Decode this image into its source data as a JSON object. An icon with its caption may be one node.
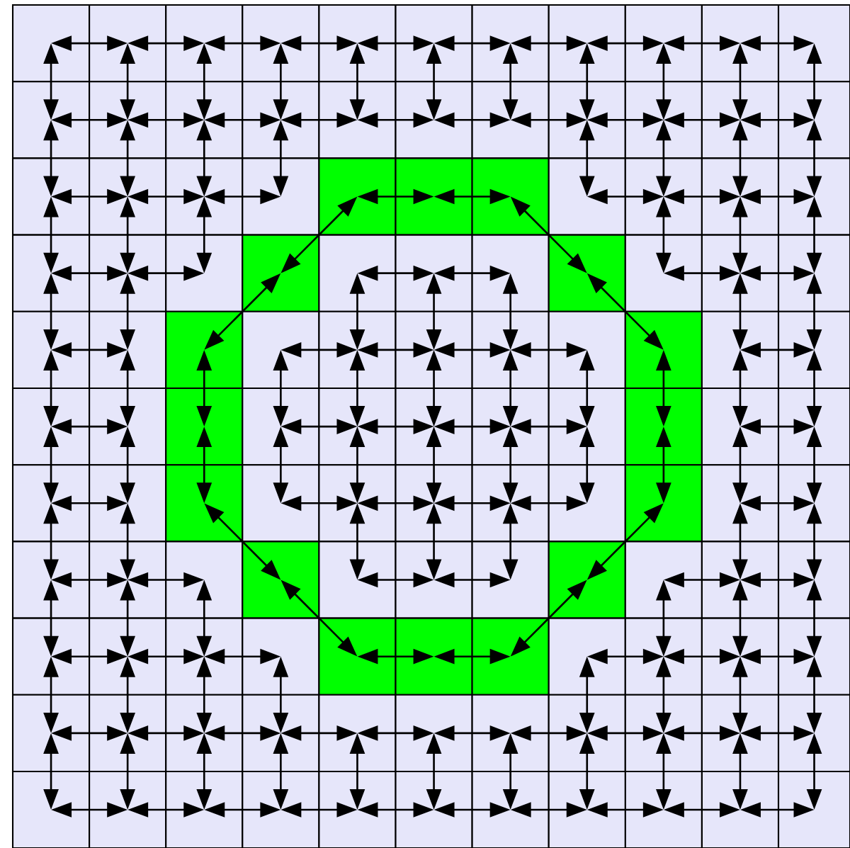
{
  "diagram": {
    "nodes": [
      {
        "text": [],
        "shape": "box"
      },
      {
        "text": [],
        "shape": "box"
      },
      {
        "text": [],
        "shape": "box"
      },
      {
        "text": [],
        "shape": "box"
      },
      {
        "text": [],
        "shape": "box"
      },
      {
        "text": [],
        "shape": "box"
      },
      {
        "text": [],
        "shape": "box"
      },
      {
        "text": [],
        "shape": "box"
      },
      {
        "text": [],
        "shape": "box"
      },
      {
        "text": [],
        "shape": "box"
      },
      {
        "text": [],
        "shape": "box"
      },
      {
        "text": [],
        "shape": "box"
      },
      {
        "text": [],
        "shape": "box"
      },
      {
        "text": [],
        "shape": "box"
      },
      {
        "text": [],
        "shape": "box"
      },
      {
        "text": [],
        "shape": "box"
      },
      {
        "text": [],
        "shape": "box"
      },
      {
        "text": [],
        "shape": "box"
      },
      {
        "text": [],
        "shape": "box"
      },
      {
        "text": [],
        "shape": "box"
      },
      {
        "text": [],
        "shape": "box"
      },
      {
        "text": [],
        "shape": "box"
      },
      {
        "text": [],
        "shape": "box"
      },
      {
        "text": [],
        "shape": "box"
      },
      {
        "text": [],
        "shape": "box"
      },
      {
        "text": [],
        "shape": "box"
      },
      {
        "text": [],
        "shape": "box"
      },
      {
        "text": [],
        "shape": "box"
      },
      {
        "text": [],
        "shape": "box"
      },
      {
        "text": [],
        "shape": "box"
      },
      {
        "text": [],
        "shape": "box"
      },
      {
        "text": [],
        "shape": "box"
      },
      {
        "text": [],
        "shape": "box"
      },
      {
        "text": [],
        "shape": "box"
      },
      {
        "text": [],
        "shape": "box"
      },
      {
        "text": [],
        "shape": "box"
      },
      {
        "text": [],
        "shape": "box"
      },
      {
        "text": [],
        "shape": "box"
      },
      {
        "text": [],
        "shape": "box"
      },
      {
        "text": [],
        "shape": "box"
      },
      {
        "text": [],
        "shape": "box"
      },
      {
        "text": [],
        "shape": "box"
      },
      {
        "text": [],
        "shape": "box"
      },
      {
        "text": [],
        "shape": "box"
      },
      {
        "text": [],
        "shape": "box"
      },
      {
        "text": [],
        "shape": "box"
      },
      {
        "text": [],
        "shape": "box"
      },
      {
        "text": [],
        "shape": "box"
      },
      {
        "text": [],
        "shape": "box"
      },
      {
        "text": [],
        "shape": "box"
      },
      {
        "text": [],
        "shape": "box"
      },
      {
        "text": [],
        "shape": "box"
      },
      {
        "text": [],
        "shape": "box"
      },
      {
        "text": [],
        "shape": "box"
      },
      {
        "text": [],
        "shape": "box"
      },
      {
        "text": [],
        "shape": "box"
      },
      {
        "text": [],
        "shape": "box"
      },
      {
        "text": [],
        "shape": "box"
      },
      {
        "text": [],
        "shape": "box"
      },
      {
        "text": [],
        "shape": "box"
      },
      {
        "text": [],
        "shape": "box"
      },
      {
        "text": [],
        "shape": "box"
      },
      {
        "text": [],
        "shape": "box"
      },
      {
        "text": [],
        "shape": "box"
      },
      {
        "text": [],
        "shape": "box"
      },
      {
        "text": [],
        "shape": "box"
      },
      {
        "text": [],
        "shape": "box"
      },
      {
        "text": [],
        "shape": "box"
      },
      {
        "text": [],
        "shape": "box"
      },
      {
        "text": [],
        "shape": "box"
      },
      {
        "text": [],
        "shape": "box"
      },
      {
        "text": [],
        "shape": "box"
      },
      {
        "text": [],
        "shape": "box"
      },
      {
        "text": [],
        "shape": "box"
      },
      {
        "text": [],
        "shape": "box"
      },
      {
        "text": [],
        "shape": "box"
      },
      {
        "text": [],
        "shape": "box"
      },
      {
        "text": [],
        "shape": "box"
      },
      {
        "text": [],
        "shape": "box"
      },
      {
        "text": [],
        "shape": "box"
      },
      {
        "text": [],
        "shape": "box"
      },
      {
        "text": [],
        "shape": "box"
      },
      {
        "text": [],
        "shape": "box"
      },
      {
        "text": [],
        "shape": "box"
      },
      {
        "text": [],
        "shape": "box"
      },
      {
        "text": [],
        "shape": "box"
      },
      {
        "text": [],
        "shape": "box"
      },
      {
        "text": [],
        "shape": "box"
      },
      {
        "text": [],
        "shape": "box"
      },
      {
        "text": [],
        "shape": "box"
      },
      {
        "text": [],
        "shape": "box"
      },
      {
        "text": [],
        "shape": "box"
      },
      {
        "text": [],
        "shape": "box"
      },
      {
        "text": [],
        "shape": "box"
      },
      {
        "text": [],
        "shape": "box"
      },
      {
        "text": [],
        "shape": "box"
      },
      {
        "text": [],
        "shape": "box"
      },
      {
        "text": [],
        "shape": "box"
      },
      {
        "text": [],
        "shape": "box"
      },
      {
        "text": [],
        "shape": "box"
      },
      {
        "text": [],
        "shape": "box"
      },
      {
        "text": [],
        "shape": "box"
      },
      {
        "text": [],
        "shape": "box"
      },
      {
        "text": [],
        "shape": "box"
      },
      {
        "text": [],
        "shape": "box"
      },
      {
        "text": [],
        "shape": "box"
      },
      {
        "text": [],
        "shape": "box"
      },
      {
        "text": [],
        "shape": "box"
      },
      {
        "text": [],
        "shape": "box"
      },
      {
        "text": [],
        "shape": "box"
      },
      {
        "text": [],
        "shape": "box"
      },
      {
        "text": [],
        "shape": "box"
      },
      {
        "text": [],
        "shape": "box"
      },
      {
        "text": [],
        "shape": "box"
      },
      {
        "text": [],
        "shape": "box"
      },
      {
        "text": [],
        "shape": "box"
      },
      {
        "text": [],
        "shape": "box"
      },
      {
        "text": [],
        "shape": "box"
      },
      {
        "text": [],
        "shape": "box"
      },
      {
        "text": [],
        "shape": "box"
      },
      {
        "text": [],
        "shape": "box"
      }
    ],
    "edges": [
      {
        "from": 0,
        "to": 1,
        "arrow": "both"
      },
      {
        "from": 1,
        "to": 2,
        "arrow": "both"
      },
      {
        "from": 2,
        "to": 3,
        "arrow": "both"
      },
      {
        "from": 3,
        "to": 4,
        "arrow": "both"
      },
      {
        "from": 4,
        "to": 5,
        "arrow": "both"
      },
      {
        "from": 5,
        "to": 6,
        "arrow": "both"
      },
      {
        "from": 6,
        "to": 7,
        "arrow": "both"
      },
      {
        "from": 7,
        "to": 8,
        "arrow": "both"
      },
      {
        "from": 8,
        "to": 9,
        "arrow": "both"
      },
      {
        "from": 9,
        "to": 10,
        "arrow": "both"
      },
      {
        "from": 11,
        "to": 12,
        "arrow": "both"
      },
      {
        "from": 12,
        "to": 13,
        "arrow": "both"
      },
      {
        "from": 13,
        "to": 14,
        "arrow": "both"
      },
      {
        "from": 14,
        "to": 15,
        "arrow": "both"
      },
      {
        "from": 15,
        "to": 16,
        "arrow": "both"
      },
      {
        "from": 16,
        "to": 17,
        "arrow": "both"
      },
      {
        "from": 17,
        "to": 18,
        "arrow": "both"
      },
      {
        "from": 18,
        "to": 19,
        "arrow": "both"
      },
      {
        "from": 19,
        "to": 20,
        "arrow": "both"
      },
      {
        "from": 20,
        "to": 21,
        "arrow": "both"
      },
      {
        "from": 22,
        "to": 23,
        "arrow": "both"
      },
      {
        "from": 23,
        "to": 24,
        "arrow": "both"
      },
      {
        "from": 24,
        "to": 25,
        "arrow": "both"
      },
      {
        "from": 26,
        "to": 27,
        "arrow": "both"
      },
      {
        "from": 27,
        "to": 28,
        "arrow": "both"
      },
      {
        "from": 29,
        "to": 30,
        "arrow": "both"
      },
      {
        "from": 30,
        "to": 31,
        "arrow": "both"
      },
      {
        "from": 31,
        "to": 32,
        "arrow": "both"
      },
      {
        "from": 33,
        "to": 34,
        "arrow": "both"
      },
      {
        "from": 34,
        "to": 35,
        "arrow": "both"
      },
      {
        "from": 37,
        "to": 38,
        "arrow": "both"
      },
      {
        "from": 38,
        "to": 39,
        "arrow": "both"
      },
      {
        "from": 41,
        "to": 42,
        "arrow": "both"
      },
      {
        "from": 42,
        "to": 43,
        "arrow": "both"
      },
      {
        "from": 44,
        "to": 45,
        "arrow": "both"
      },
      {
        "from": 47,
        "to": 48,
        "arrow": "both"
      },
      {
        "from": 48,
        "to": 49,
        "arrow": "both"
      },
      {
        "from": 49,
        "to": 50,
        "arrow": "both"
      },
      {
        "from": 50,
        "to": 51,
        "arrow": "both"
      },
      {
        "from": 53,
        "to": 54,
        "arrow": "both"
      },
      {
        "from": 55,
        "to": 56,
        "arrow": "both"
      },
      {
        "from": 58,
        "to": 59,
        "arrow": "both"
      },
      {
        "from": 59,
        "to": 60,
        "arrow": "both"
      },
      {
        "from": 60,
        "to": 61,
        "arrow": "both"
      },
      {
        "from": 61,
        "to": 62,
        "arrow": "both"
      },
      {
        "from": 64,
        "to": 65,
        "arrow": "both"
      },
      {
        "from": 66,
        "to": 67,
        "arrow": "both"
      },
      {
        "from": 69,
        "to": 70,
        "arrow": "both"
      },
      {
        "from": 70,
        "to": 71,
        "arrow": "both"
      },
      {
        "from": 71,
        "to": 72,
        "arrow": "both"
      },
      {
        "from": 72,
        "to": 73,
        "arrow": "both"
      },
      {
        "from": 75,
        "to": 76,
        "arrow": "both"
      },
      {
        "from": 77,
        "to": 78,
        "arrow": "both"
      },
      {
        "from": 78,
        "to": 79,
        "arrow": "both"
      },
      {
        "from": 81,
        "to": 82,
        "arrow": "both"
      },
      {
        "from": 82,
        "to": 83,
        "arrow": "both"
      },
      {
        "from": 85,
        "to": 86,
        "arrow": "both"
      },
      {
        "from": 86,
        "to": 87,
        "arrow": "both"
      },
      {
        "from": 88,
        "to": 89,
        "arrow": "both"
      },
      {
        "from": 89,
        "to": 90,
        "arrow": "both"
      },
      {
        "from": 90,
        "to": 91,
        "arrow": "both"
      },
      {
        "from": 92,
        "to": 93,
        "arrow": "both"
      },
      {
        "from": 93,
        "to": 94,
        "arrow": "both"
      },
      {
        "from": 95,
        "to": 96,
        "arrow": "both"
      },
      {
        "from": 96,
        "to": 97,
        "arrow": "both"
      },
      {
        "from": 97,
        "to": 98,
        "arrow": "both"
      },
      {
        "from": 99,
        "to": 100,
        "arrow": "both"
      },
      {
        "from": 100,
        "to": 101,
        "arrow": "both"
      },
      {
        "from": 101,
        "to": 102,
        "arrow": "both"
      },
      {
        "from": 102,
        "to": 103,
        "arrow": "both"
      },
      {
        "from": 103,
        "to": 104,
        "arrow": "both"
      },
      {
        "from": 104,
        "to": 105,
        "arrow": "both"
      },
      {
        "from": 105,
        "to": 106,
        "arrow": "both"
      },
      {
        "from": 106,
        "to": 107,
        "arrow": "both"
      },
      {
        "from": 107,
        "to": 108,
        "arrow": "both"
      },
      {
        "from": 108,
        "to": 109,
        "arrow": "both"
      },
      {
        "from": 110,
        "to": 111,
        "arrow": "both"
      },
      {
        "from": 111,
        "to": 112,
        "arrow": "both"
      },
      {
        "from": 112,
        "to": 113,
        "arrow": "both"
      },
      {
        "from": 113,
        "to": 114,
        "arrow": "both"
      },
      {
        "from": 114,
        "to": 115,
        "arrow": "both"
      },
      {
        "from": 115,
        "to": 116,
        "arrow": "both"
      },
      {
        "from": 116,
        "to": 117,
        "arrow": "both"
      },
      {
        "from": 117,
        "to": 118,
        "arrow": "both"
      },
      {
        "from": 118,
        "to": 119,
        "arrow": "both"
      },
      {
        "from": 119,
        "to": 120,
        "arrow": "both"
      },
      {
        "from": 0,
        "to": 11,
        "arrow": "both"
      },
      {
        "from": 1,
        "to": 12,
        "arrow": "both"
      },
      {
        "from": 2,
        "to": 13,
        "arrow": "both"
      },
      {
        "from": 3,
        "to": 14,
        "arrow": "both"
      },
      {
        "from": 4,
        "to": 15,
        "arrow": "both"
      },
      {
        "from": 5,
        "to": 16,
        "arrow": "both"
      },
      {
        "from": 6,
        "to": 17,
        "arrow": "both"
      },
      {
        "from": 7,
        "to": 18,
        "arrow": "both"
      },
      {
        "from": 8,
        "to": 19,
        "arrow": "both"
      },
      {
        "from": 9,
        "to": 20,
        "arrow": "both"
      },
      {
        "from": 10,
        "to": 21,
        "arrow": "both"
      },
      {
        "from": 11,
        "to": 22,
        "arrow": "both"
      },
      {
        "from": 12,
        "to": 23,
        "arrow": "both"
      },
      {
        "from": 13,
        "to": 24,
        "arrow": "both"
      },
      {
        "from": 14,
        "to": 25,
        "arrow": "both"
      },
      {
        "from": 18,
        "to": 29,
        "arrow": "both"
      },
      {
        "from": 19,
        "to": 30,
        "arrow": "both"
      },
      {
        "from": 20,
        "to": 31,
        "arrow": "both"
      },
      {
        "from": 21,
        "to": 32,
        "arrow": "both"
      },
      {
        "from": 22,
        "to": 33,
        "arrow": "both"
      },
      {
        "from": 23,
        "to": 34,
        "arrow": "both"
      },
      {
        "from": 24,
        "to": 35,
        "arrow": "both"
      },
      {
        "from": 30,
        "to": 41,
        "arrow": "both"
      },
      {
        "from": 31,
        "to": 42,
        "arrow": "both"
      },
      {
        "from": 32,
        "to": 43,
        "arrow": "both"
      },
      {
        "from": 33,
        "to": 44,
        "arrow": "both"
      },
      {
        "from": 34,
        "to": 45,
        "arrow": "both"
      },
      {
        "from": 37,
        "to": 48,
        "arrow": "both"
      },
      {
        "from": 38,
        "to": 49,
        "arrow": "both"
      },
      {
        "from": 39,
        "to": 50,
        "arrow": "both"
      },
      {
        "from": 42,
        "to": 53,
        "arrow": "both"
      },
      {
        "from": 43,
        "to": 54,
        "arrow": "both"
      },
      {
        "from": 44,
        "to": 55,
        "arrow": "both"
      },
      {
        "from": 45,
        "to": 56,
        "arrow": "both"
      },
      {
        "from": 46,
        "to": 57,
        "arrow": "both"
      },
      {
        "from": 47,
        "to": 58,
        "arrow": "both"
      },
      {
        "from": 48,
        "to": 59,
        "arrow": "both"
      },
      {
        "from": 49,
        "to": 60,
        "arrow": "both"
      },
      {
        "from": 50,
        "to": 61,
        "arrow": "both"
      },
      {
        "from": 51,
        "to": 62,
        "arrow": "both"
      },
      {
        "from": 52,
        "to": 63,
        "arrow": "both"
      },
      {
        "from": 53,
        "to": 64,
        "arrow": "both"
      },
      {
        "from": 54,
        "to": 65,
        "arrow": "both"
      },
      {
        "from": 55,
        "to": 66,
        "arrow": "both"
      },
      {
        "from": 56,
        "to": 67,
        "arrow": "both"
      },
      {
        "from": 57,
        "to": 68,
        "arrow": "both"
      },
      {
        "from": 58,
        "to": 69,
        "arrow": "both"
      },
      {
        "from": 59,
        "to": 70,
        "arrow": "both"
      },
      {
        "from": 60,
        "to": 71,
        "arrow": "both"
      },
      {
        "from": 61,
        "to": 72,
        "arrow": "both"
      },
      {
        "from": 62,
        "to": 73,
        "arrow": "both"
      },
      {
        "from": 63,
        "to": 74,
        "arrow": "both"
      },
      {
        "from": 64,
        "to": 75,
        "arrow": "both"
      },
      {
        "from": 65,
        "to": 76,
        "arrow": "both"
      },
      {
        "from": 66,
        "to": 77,
        "arrow": "both"
      },
      {
        "from": 67,
        "to": 78,
        "arrow": "both"
      },
      {
        "from": 70,
        "to": 81,
        "arrow": "both"
      },
      {
        "from": 71,
        "to": 82,
        "arrow": "both"
      },
      {
        "from": 72,
        "to": 83,
        "arrow": "both"
      },
      {
        "from": 75,
        "to": 86,
        "arrow": "both"
      },
      {
        "from": 76,
        "to": 87,
        "arrow": "both"
      },
      {
        "from": 77,
        "to": 88,
        "arrow": "both"
      },
      {
        "from": 78,
        "to": 89,
        "arrow": "both"
      },
      {
        "from": 79,
        "to": 90,
        "arrow": "both"
      },
      {
        "from": 85,
        "to": 96,
        "arrow": "both"
      },
      {
        "from": 86,
        "to": 97,
        "arrow": "both"
      },
      {
        "from": 87,
        "to": 98,
        "arrow": "both"
      },
      {
        "from": 88,
        "to": 99,
        "arrow": "both"
      },
      {
        "from": 89,
        "to": 100,
        "arrow": "both"
      },
      {
        "from": 90,
        "to": 101,
        "arrow": "both"
      },
      {
        "from": 91,
        "to": 102,
        "arrow": "both"
      },
      {
        "from": 95,
        "to": 106,
        "arrow": "both"
      },
      {
        "from": 96,
        "to": 107,
        "arrow": "both"
      },
      {
        "from": 97,
        "to": 108,
        "arrow": "both"
      },
      {
        "from": 98,
        "to": 109,
        "arrow": "both"
      },
      {
        "from": 99,
        "to": 110,
        "arrow": "both"
      },
      {
        "from": 100,
        "to": 111,
        "arrow": "both"
      },
      {
        "from": 101,
        "to": 112,
        "arrow": "both"
      },
      {
        "from": 102,
        "to": 113,
        "arrow": "both"
      },
      {
        "from": 103,
        "to": 114,
        "arrow": "both"
      },
      {
        "from": 104,
        "to": 115,
        "arrow": "both"
      },
      {
        "from": 105,
        "to": 116,
        "arrow": "both"
      },
      {
        "from": 106,
        "to": 117,
        "arrow": "both"
      },
      {
        "from": 107,
        "to": 118,
        "arrow": "both"
      },
      {
        "from": 108,
        "to": 119,
        "arrow": "both"
      },
      {
        "from": 109,
        "to": 120,
        "arrow": "both"
      },
      {
        "from": 26,
        "to": 36,
        "arrow": "both"
      },
      {
        "from": 36,
        "to": 46,
        "arrow": "both"
      },
      {
        "from": 28,
        "to": 40,
        "arrow": "both"
      },
      {
        "from": 40,
        "to": 52,
        "arrow": "both"
      },
      {
        "from": 68,
        "to": 80,
        "arrow": "both"
      },
      {
        "from": 80,
        "to": 92,
        "arrow": "both"
      },
      {
        "from": 74,
        "to": 84,
        "arrow": "both"
      },
      {
        "from": 84,
        "to": 94,
        "arrow": "both"
      }
    ]
  }
}
